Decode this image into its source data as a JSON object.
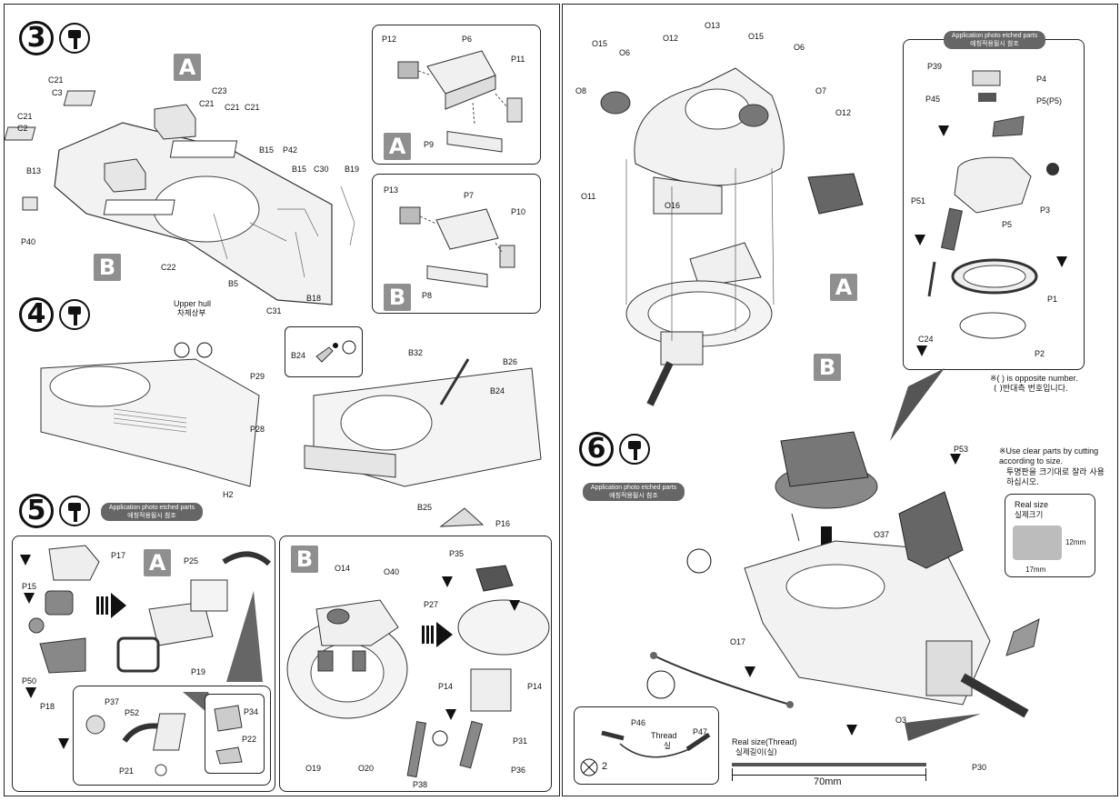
{
  "steps": {
    "s3": "3",
    "s4": "4",
    "s5": "5",
    "s6": "6"
  },
  "tags": {
    "A": "A",
    "B": "B"
  },
  "pill": {
    "en": "Application photo etched parts",
    "ko": "에칭적용될시 참조"
  },
  "pill_right": {
    "en": "Application photo etched parts",
    "ko": "에칭적용될시 참조"
  },
  "step3": {
    "labels": [
      "C21",
      "C3",
      "C21",
      "C2",
      "B13",
      "P40",
      "C23",
      "C21",
      "C21",
      "C21",
      "B15",
      "P42",
      "B15",
      "C30",
      "B19",
      "C22",
      "B5",
      "C31",
      "B18"
    ],
    "upper_hull_en": "Upper hull",
    "upper_hull_ko": "차체상부",
    "panelA": [
      "P12",
      "P6",
      "P11",
      "P9"
    ],
    "panelB": [
      "P13",
      "P7",
      "P10",
      "P8"
    ]
  },
  "step4": {
    "labels": [
      "P29",
      "P28",
      "H2",
      "B24",
      "B32",
      "B26",
      "B24",
      "B25",
      "P16"
    ]
  },
  "step5": {
    "A": [
      "P17",
      "P15",
      "P50",
      "P18",
      "P25",
      "P19",
      "P37",
      "P52",
      "P21",
      "P34",
      "P22"
    ],
    "B": [
      "O14",
      "O40",
      "P35",
      "P27",
      "P14",
      "P14",
      "P31",
      "O19",
      "O20",
      "P38",
      "P36"
    ]
  },
  "turret": {
    "labels": [
      "O13",
      "O15",
      "O12",
      "O15",
      "O6",
      "O6",
      "O8",
      "O7",
      "O12",
      "O11",
      "O16"
    ]
  },
  "detail": {
    "labels": [
      "P39",
      "P4",
      "P45",
      "P5(P5)",
      "P51",
      "P3",
      "P5",
      "P1",
      "C24",
      "P2"
    ],
    "note_en": "※( ) is opposite number.",
    "note_ko": "( )반대측 번호입니다."
  },
  "step6": {
    "clear_en": "※Use clear parts by cutting according to size.",
    "clear_ko": "투명판을 크기대로 잘라 사용하십시오.",
    "real_size": "Real size",
    "real_size_ko": "실제크기",
    "dim_h": "12mm",
    "dim_w": "17mm",
    "labels": [
      "P53",
      "O37",
      "O17",
      "O3",
      "P30"
    ],
    "thread_labels": [
      "P46",
      "Thread",
      "실",
      "P47"
    ],
    "x2": "2",
    "real_thread_en": "Real size(Thread)",
    "real_thread_ko": "실제길이(실)",
    "thread_len": "70mm"
  }
}
